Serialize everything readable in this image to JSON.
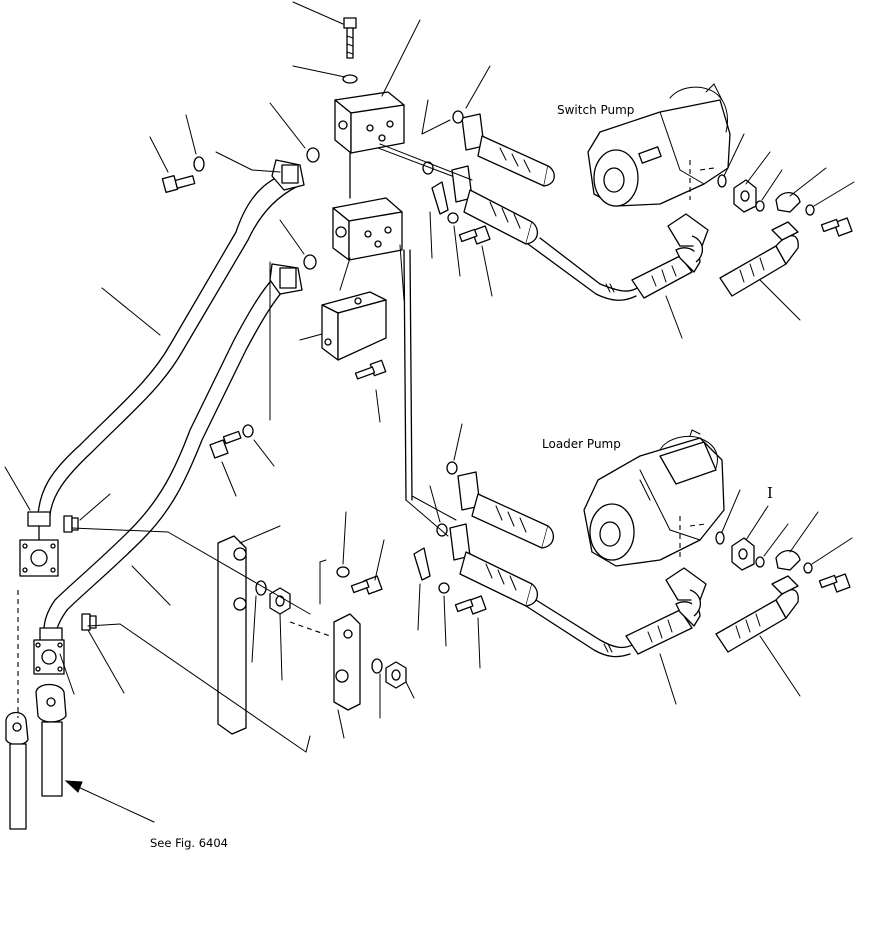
{
  "labels": {
    "switch_pump": "Switch Pump",
    "loader_pump": "Loader Pump",
    "see_fig": "See Fig. 6404",
    "callout_i": "I"
  }
}
